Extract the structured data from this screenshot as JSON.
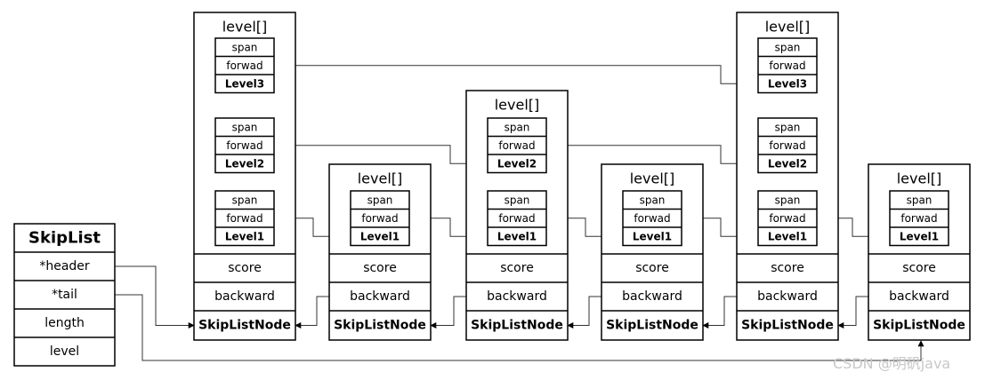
{
  "skiplist": {
    "title": "SkipList",
    "fields": [
      "*header",
      "*tail",
      "length",
      "level"
    ]
  },
  "node": {
    "level_title": "level[]",
    "span": "span",
    "forward": "forwad",
    "score": "score",
    "backward": "backward",
    "name": "SkipListNode"
  },
  "level_labels": [
    "Level1",
    "Level2",
    "Level3"
  ],
  "nodes": [
    {
      "levels": 3
    },
    {
      "levels": 1
    },
    {
      "levels": 2
    },
    {
      "levels": 1
    },
    {
      "levels": 3
    },
    {
      "levels": 1
    }
  ],
  "watermark": "CSDN @明矾java"
}
